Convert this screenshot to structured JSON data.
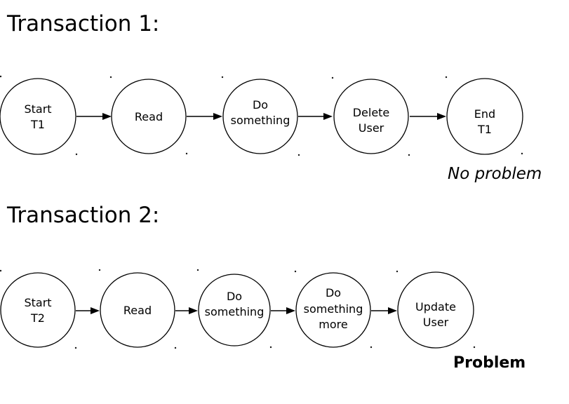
{
  "diagram": {
    "background_color": "#ffffff",
    "stroke_color": "#000000",
    "text_color": "#000000"
  },
  "transaction1": {
    "title": "Transaction 1:",
    "annotation": "No problem",
    "nodes": [
      {
        "label": "Start T1",
        "lines": [
          "Start",
          "T1"
        ]
      },
      {
        "label": "Read",
        "lines": [
          "Read"
        ]
      },
      {
        "label": "Do something",
        "lines": [
          "Do",
          "something"
        ]
      },
      {
        "label": "Delete User",
        "lines": [
          "Delete",
          "User"
        ]
      },
      {
        "label": "End T1",
        "lines": [
          "End",
          "T1"
        ]
      }
    ]
  },
  "transaction2": {
    "title": "Transaction 2:",
    "annotation": "Problem",
    "nodes": [
      {
        "label": "Start T2",
        "lines": [
          "Start",
          "T2"
        ]
      },
      {
        "label": "Read",
        "lines": [
          "Read"
        ]
      },
      {
        "label": "Do something",
        "lines": [
          "Do",
          "something"
        ]
      },
      {
        "label": "Do something more",
        "lines": [
          "Do",
          "something",
          "more"
        ]
      },
      {
        "label": "Update User",
        "lines": [
          "Update",
          "User"
        ]
      }
    ]
  }
}
